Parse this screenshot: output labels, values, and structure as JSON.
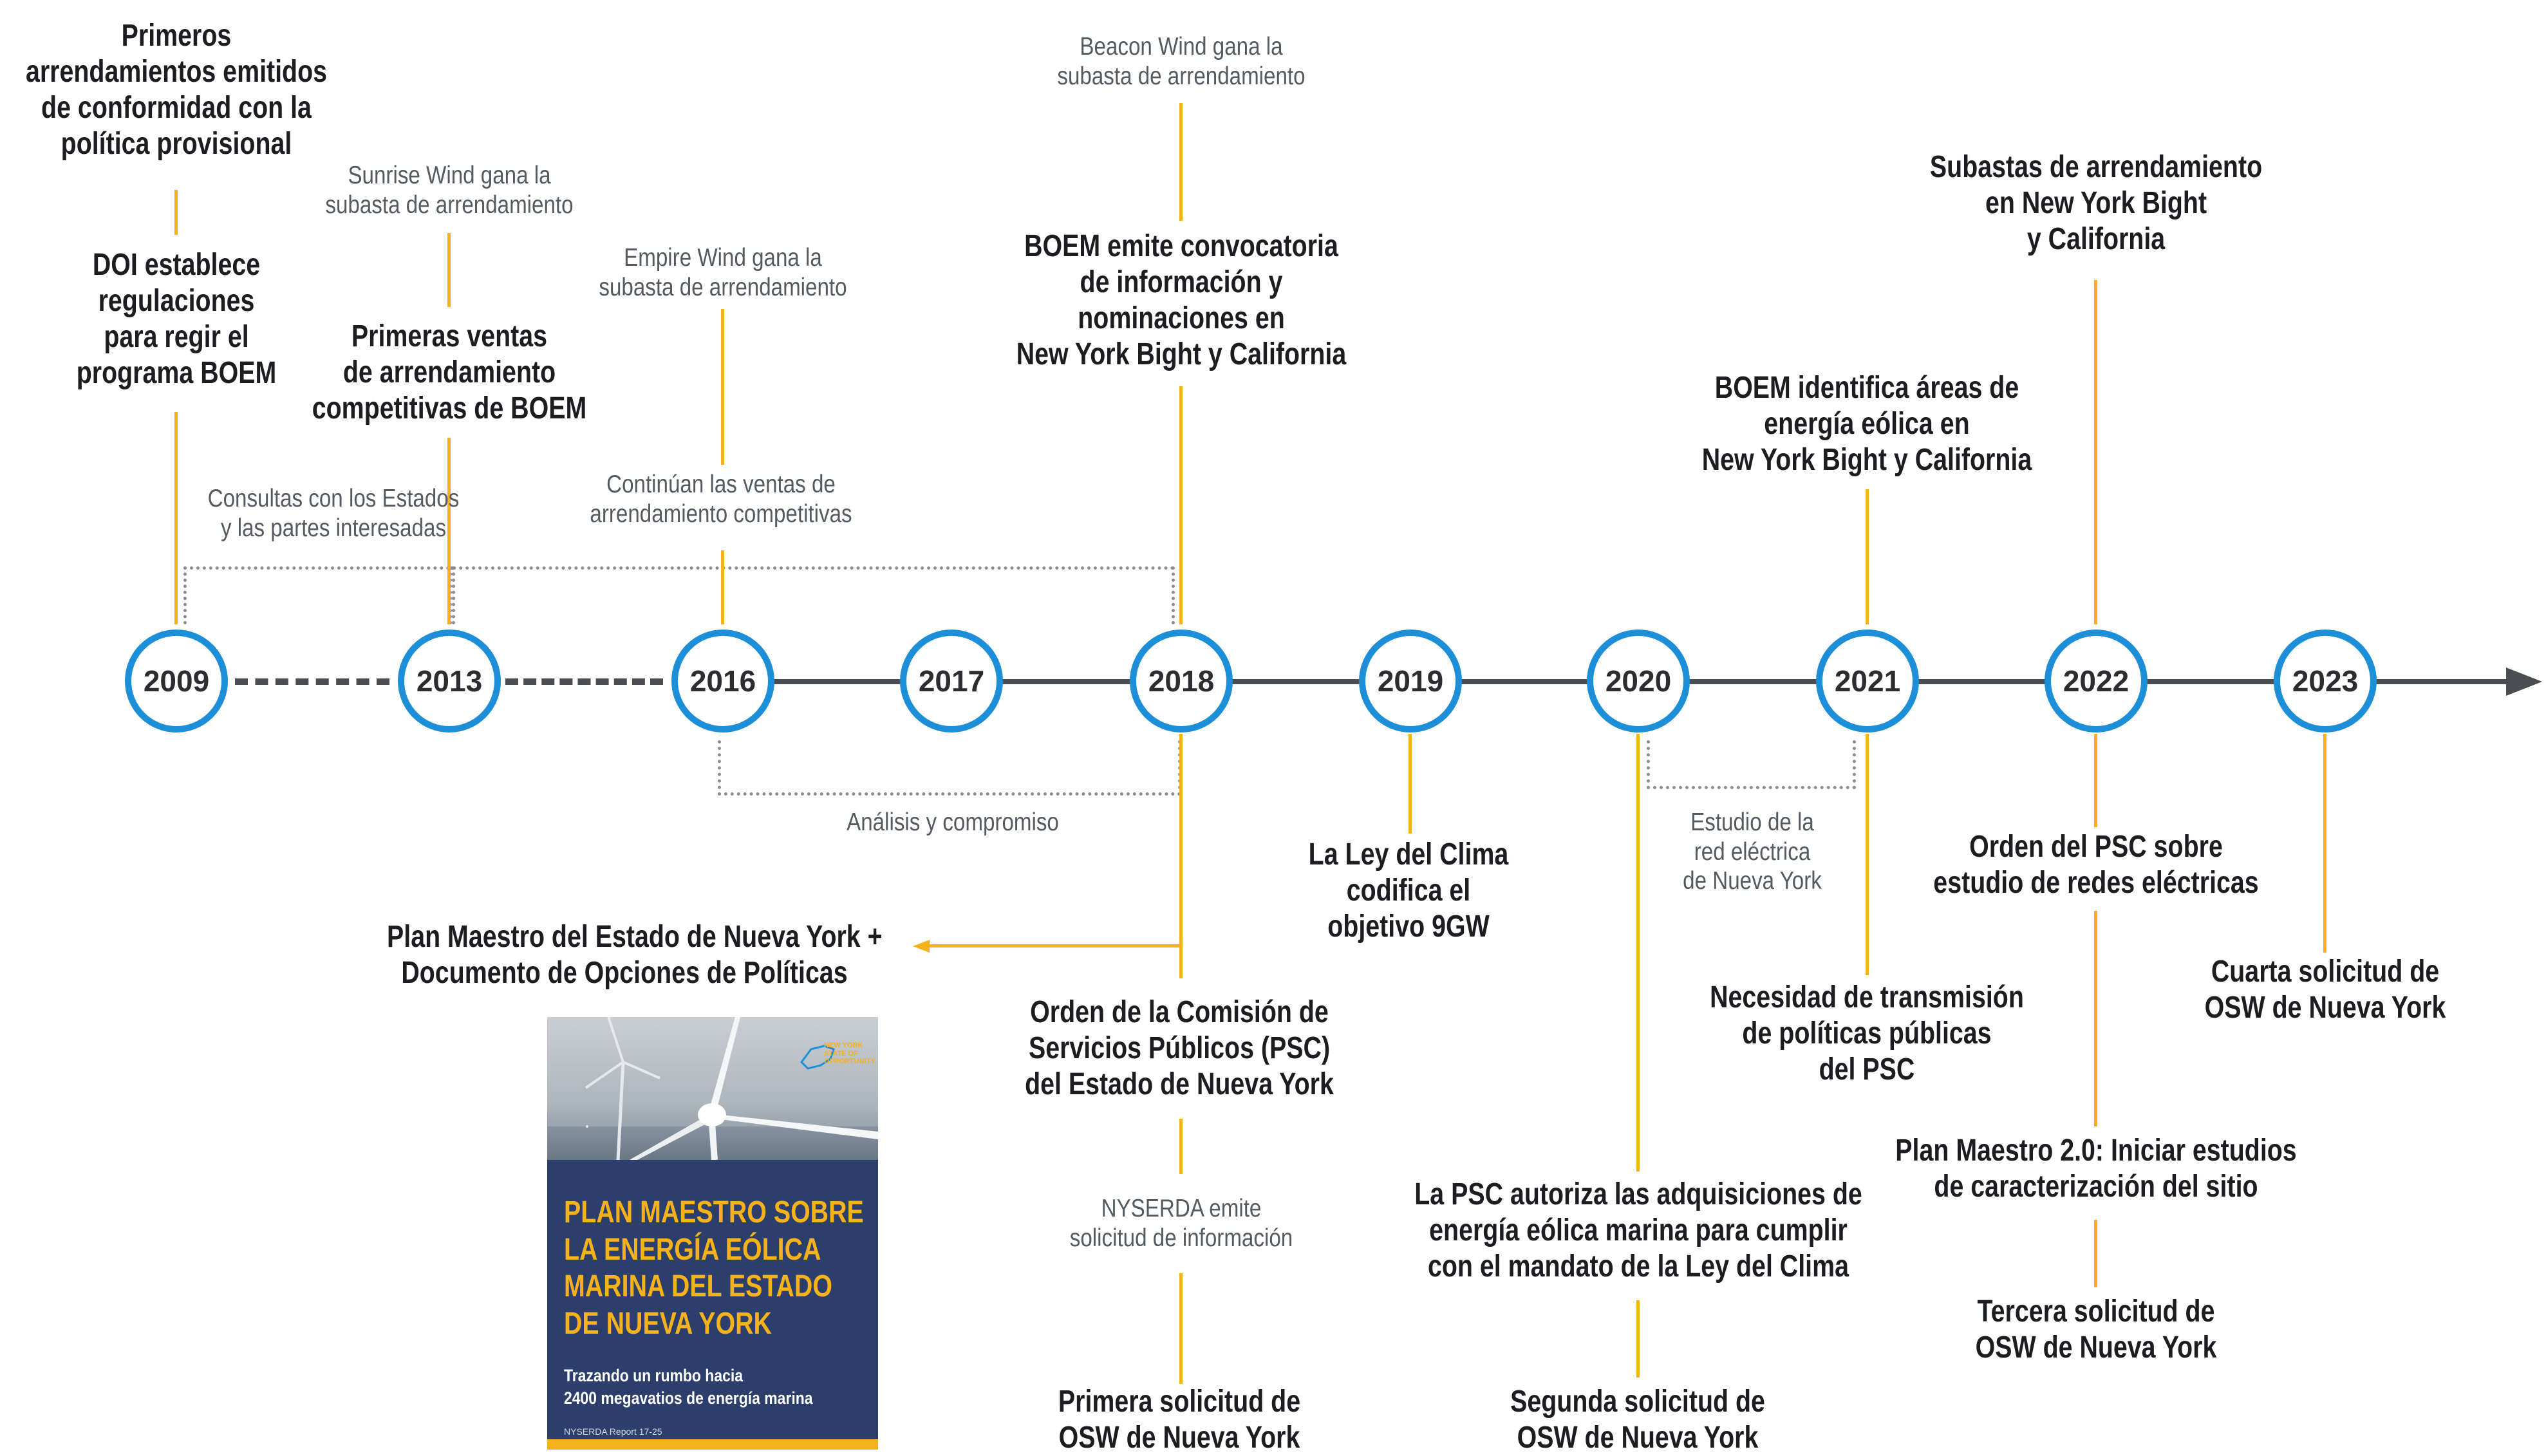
{
  "colors": {
    "accent_blue": "#1d8fd8",
    "connector_gold": "#f5b21b",
    "axis_gray": "#4a4d52",
    "text_dark": "#1b1d21",
    "text_gray": "#555a60"
  },
  "timeline": {
    "years": [
      "2009",
      "2013",
      "2016",
      "2017",
      "2018",
      "2019",
      "2020",
      "2021",
      "2022",
      "2023"
    ]
  },
  "events": {
    "e2009_top": [
      "Primeros",
      "arrendamientos emitidos",
      "de conformidad con la",
      "política provisional"
    ],
    "e2009_mid": [
      "DOI establece",
      "regulaciones",
      "para regir el",
      "programa BOEM"
    ],
    "e2013_note": [
      "Sunrise Wind gana la",
      "subasta de arrendamiento"
    ],
    "e2013_main": [
      "Primeras ventas",
      "de arrendamiento",
      "competitivas de BOEM"
    ],
    "consultas": [
      "Consultas con los Estados",
      "y las partes interesadas"
    ],
    "e2016_note": [
      "Empire Wind gana la",
      "subasta de arrendamiento"
    ],
    "e2016_main": [
      "Continúan las ventas de",
      "arrendamiento competitivas"
    ],
    "e2018_note": [
      "Beacon Wind gana la",
      "subasta de arrendamiento"
    ],
    "e2018_main": [
      "BOEM emite convocatoria",
      "de información y",
      "nominaciones en",
      "New York Bight y California"
    ],
    "analisis": [
      "Análisis y compromiso"
    ],
    "plan_maestro": [
      "Plan Maestro del Estado de Nueva York +",
      "Documento de Opciones de Políticas"
    ],
    "orden_psc": [
      "Orden de la Comisión de",
      "Servicios Públicos (PSC)",
      "del Estado de Nueva York"
    ],
    "nyserda": [
      "NYSERDA emite",
      "solicitud de información"
    ],
    "primera": [
      "Primera solicitud de",
      "OSW de Nueva York"
    ],
    "e2019": [
      "La Ley del Clima",
      "codifica el",
      "objetivo 9GW"
    ],
    "estudio_red": [
      "Estudio de la",
      "red eléctrica",
      "de Nueva York"
    ],
    "psc_autoriza": [
      "La PSC autoriza las adquisiciones de",
      "energía eólica marina para cumplir",
      "con el mandato de la Ley del Clima"
    ],
    "segunda": [
      "Segunda solicitud de",
      "OSW de Nueva York"
    ],
    "e2021_top": [
      "BOEM identifica áreas de",
      "energía eólica en",
      "New York Bight y California"
    ],
    "e2021_bottom": [
      "Necesidad de transmisión",
      "de políticas públicas",
      "del PSC"
    ],
    "e2022_top": [
      "Subastas de arrendamiento",
      "en New York Bight",
      "y California"
    ],
    "e2022_orden": [
      "Orden del PSC sobre",
      "estudio de redes eléctricas"
    ],
    "plan_20": [
      "Plan Maestro 2.0: Iniciar estudios",
      "de caracterización del sitio"
    ],
    "tercera": [
      "Tercera solicitud de",
      "OSW de Nueva York"
    ],
    "cuarta": [
      "Cuarta solicitud de",
      "OSW de Nueva York"
    ]
  },
  "report_cover": {
    "logo_text": [
      "NEW YORK",
      "STATE OF",
      "OPPORTUNITY."
    ],
    "title": [
      "PLAN MAESTRO SOBRE",
      "LA ENERGÍA EÓLICA",
      "MARINA DEL ESTADO",
      "DE NUEVA YORK"
    ],
    "subtitle": [
      "Trazando un rumbo hacia",
      "2400 megavatios de energía marina"
    ],
    "footer": "NYSERDA Report 17-25"
  }
}
